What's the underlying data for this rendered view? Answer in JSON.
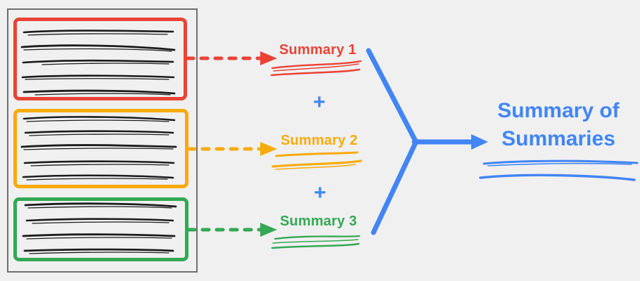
{
  "colors": {
    "red": "#EA4335",
    "yellow": "#F9AB0B",
    "green": "#34A853",
    "blue": "#4285F4",
    "document_border": "#6F6F6F",
    "ink": "#1C1C1C",
    "background": "#F0F0F1"
  },
  "summaries": [
    {
      "label": "Summary 1",
      "color": "red"
    },
    {
      "label": "Summary 2",
      "color": "yellow"
    },
    {
      "label": "Summary 3",
      "color": "green"
    }
  ],
  "operators": {
    "plus": "+"
  },
  "result": {
    "label": "Summary of Summaries",
    "color": "blue"
  }
}
